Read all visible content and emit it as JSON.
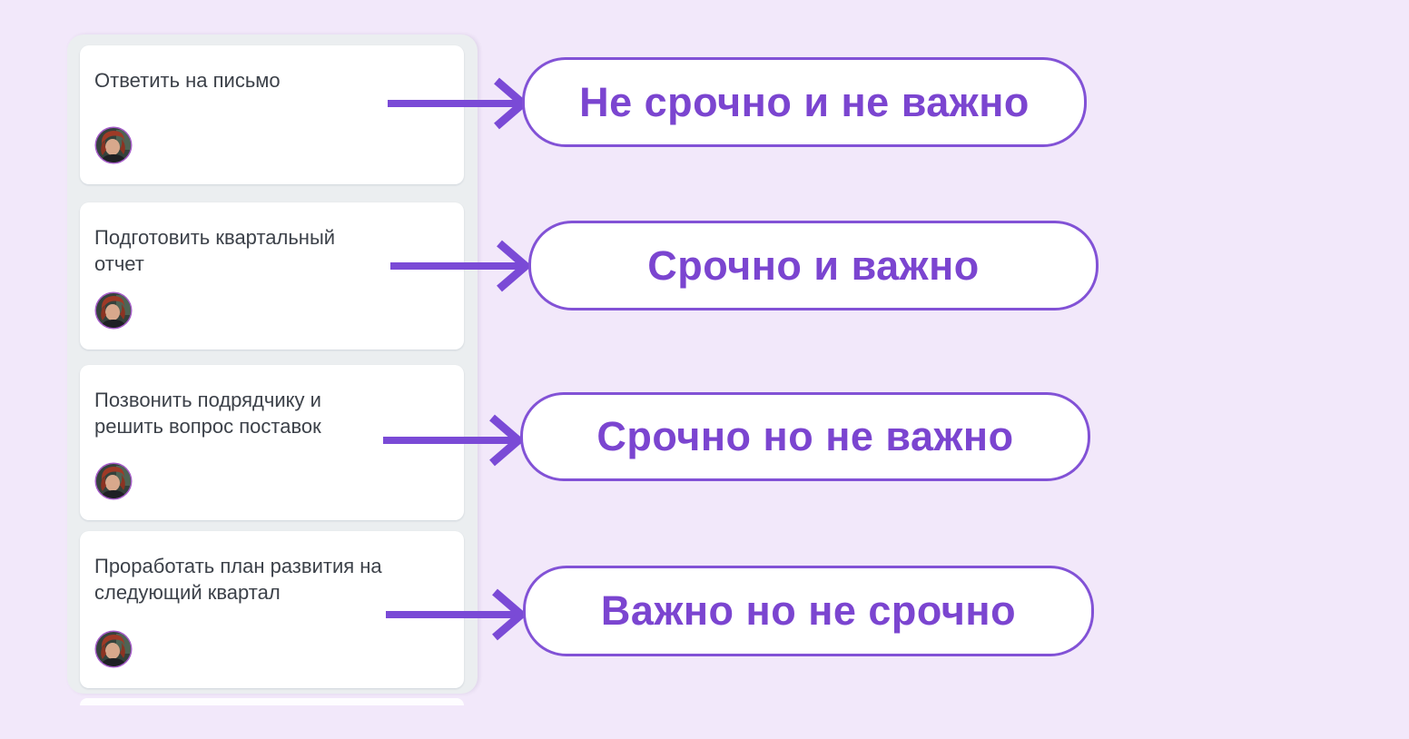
{
  "colors": {
    "page_background": "#f2e8fa",
    "panel_background": "#ebeef0",
    "card_background": "#ffffff",
    "accent_purple": "#7b45d0",
    "pill_border_purple": "#8252d6",
    "card_text": "#3c4149"
  },
  "task_list": {
    "cards": [
      {
        "title": "Ответить на письмо",
        "avatar_icon": "member-avatar"
      },
      {
        "title": "Подготовить квартальный отчет",
        "avatar_icon": "member-avatar"
      },
      {
        "title": "Позвонить подрядчику и решить вопрос поставок",
        "avatar_icon": "member-avatar"
      },
      {
        "title": "Проработать план развития на следующий квартал",
        "avatar_icon": "member-avatar"
      }
    ]
  },
  "categories": [
    {
      "label": "Не срочно и не важно"
    },
    {
      "label": "Срочно и важно"
    },
    {
      "label": "Срочно но не важно"
    },
    {
      "label": "Важно но не срочно"
    }
  ],
  "connectors": [
    {
      "icon": "arrow-right-icon",
      "from_card": 0,
      "to_category": 0
    },
    {
      "icon": "arrow-right-icon",
      "from_card": 1,
      "to_category": 1
    },
    {
      "icon": "arrow-right-icon",
      "from_card": 2,
      "to_category": 2
    },
    {
      "icon": "arrow-right-icon",
      "from_card": 3,
      "to_category": 3
    }
  ]
}
